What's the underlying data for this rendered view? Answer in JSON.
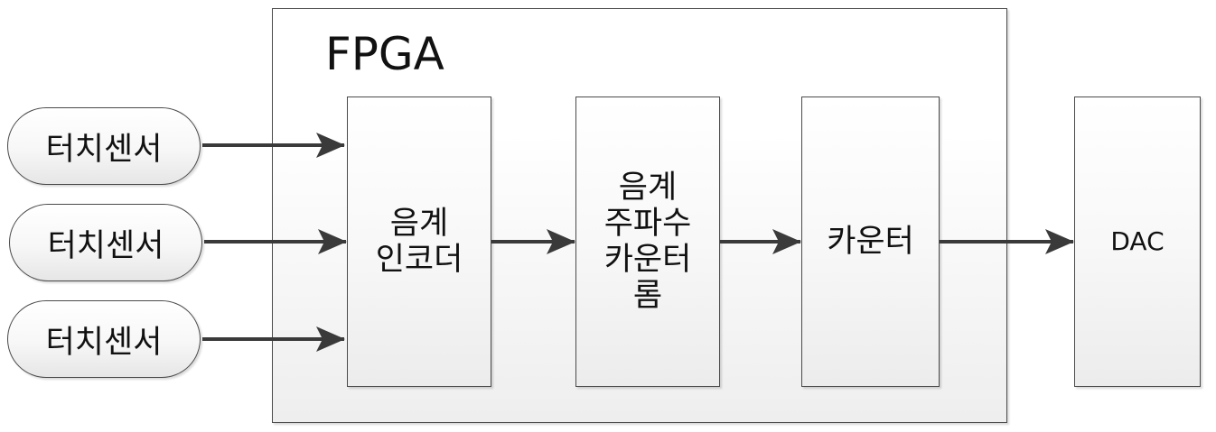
{
  "fpga": {
    "title": "FPGA"
  },
  "sensors": [
    {
      "label": "터치센서"
    },
    {
      "label": "터치센서"
    },
    {
      "label": "터치센서"
    }
  ],
  "blocks": {
    "encoder": {
      "lines": [
        "음계",
        "인코더"
      ]
    },
    "freq_counter_rom": {
      "lines": [
        "음계",
        "주파수",
        "카운터",
        "롬"
      ]
    },
    "counter": {
      "lines": [
        "카운터"
      ]
    },
    "dac": {
      "lines": [
        "DAC"
      ]
    }
  },
  "colors": {
    "stroke": "#4a4a4a",
    "arrow": "#3a3a3a"
  }
}
